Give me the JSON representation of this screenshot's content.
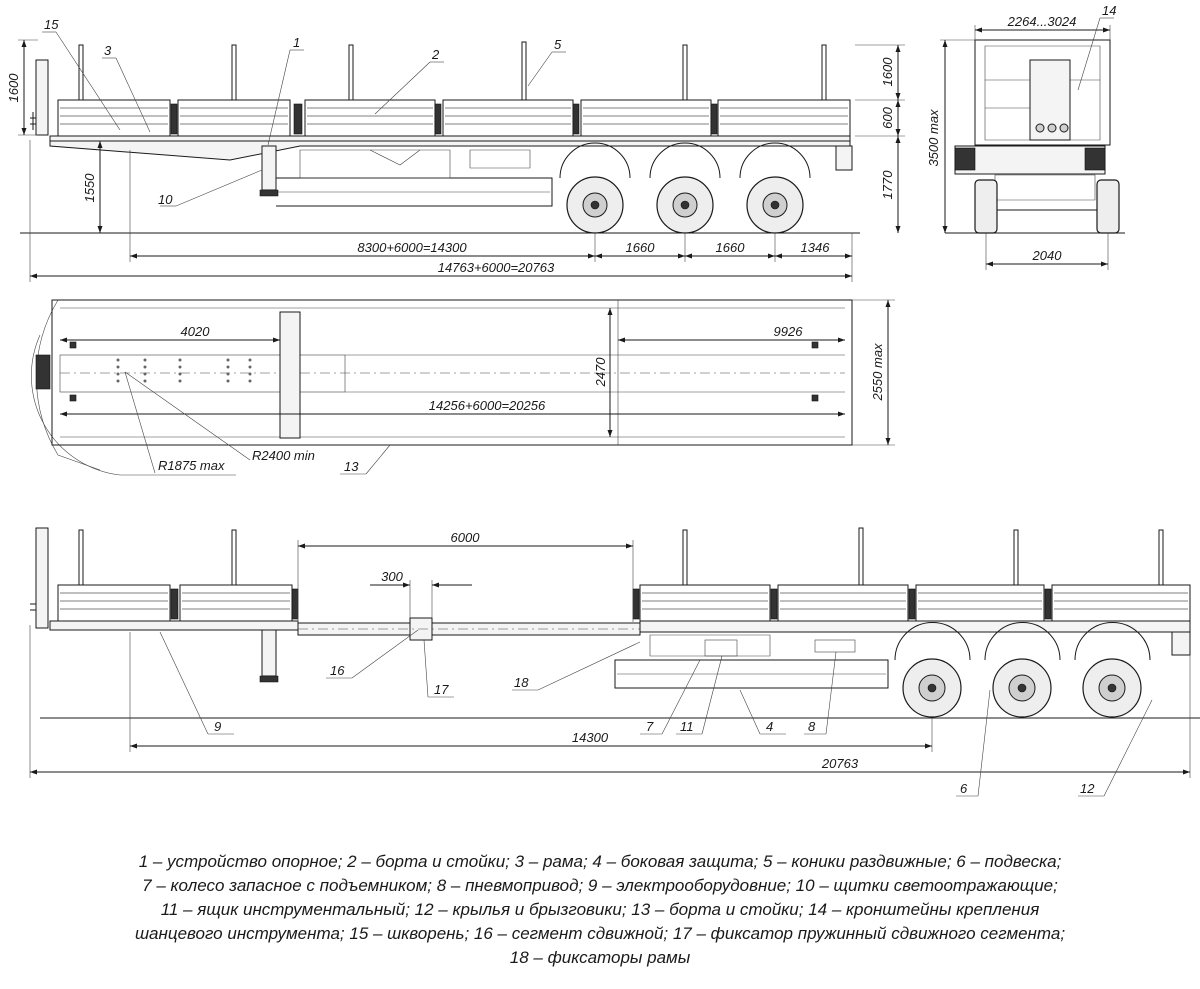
{
  "side_view": {
    "dimensions": {
      "height_stake": "1600",
      "height_stake_right": "1600",
      "height_board": "600",
      "height_total": "1770",
      "height_kingpin": "1550",
      "wheelbase_main": "8300+6000=14300",
      "axle_spacing_1": "1660",
      "axle_spacing_2": "1660",
      "rear_overhang": "1346",
      "overall_length": "14763+6000=20763"
    },
    "callouts": [
      "15",
      "3",
      "1",
      "2",
      "5",
      "10"
    ]
  },
  "rear_view": {
    "dimensions": {
      "width_range": "2264...3024",
      "max_height": "3500 max",
      "track": "2040"
    },
    "callouts": [
      "14"
    ]
  },
  "plan_view": {
    "dimensions": {
      "front_section": "4020",
      "rear_section": "9926",
      "inner_width": "2470",
      "max_width": "2550 max",
      "deck_length": "14256+6000=20256",
      "radius_front": "R1875 max",
      "radius_turn": "R2400 min"
    },
    "callouts": [
      "13"
    ]
  },
  "extended_view": {
    "dimensions": {
      "extension": "6000",
      "segment": "300",
      "wheelbase": "14300",
      "overall_length": "20763"
    },
    "callouts": [
      "16",
      "17",
      "18",
      "9",
      "7",
      "11",
      "4",
      "8",
      "6",
      "12"
    ]
  },
  "caption": {
    "lines": [
      "1 – устройство опорное; 2 – борта и стойки; 3 – рама; 4 – боковая защита; 5 – коники раздвижные; 6 – подвеска;",
      "7 – колесо запасное с подъемником; 8 – пневмопривод; 9 – электрооборудовние; 10 – щитки светоотражающие;",
      "11 – ящик инструментальный; 12 – крылья и брызговики; 13 – борта и стойки; 14 – кронштейны крепления",
      "шанцевого инструмента; 15 – шкворень; 16 – сегмент сдвижной; 17 – фиксатор пружинный сдвижного сегмента;",
      "18 – фиксаторы рамы"
    ]
  }
}
